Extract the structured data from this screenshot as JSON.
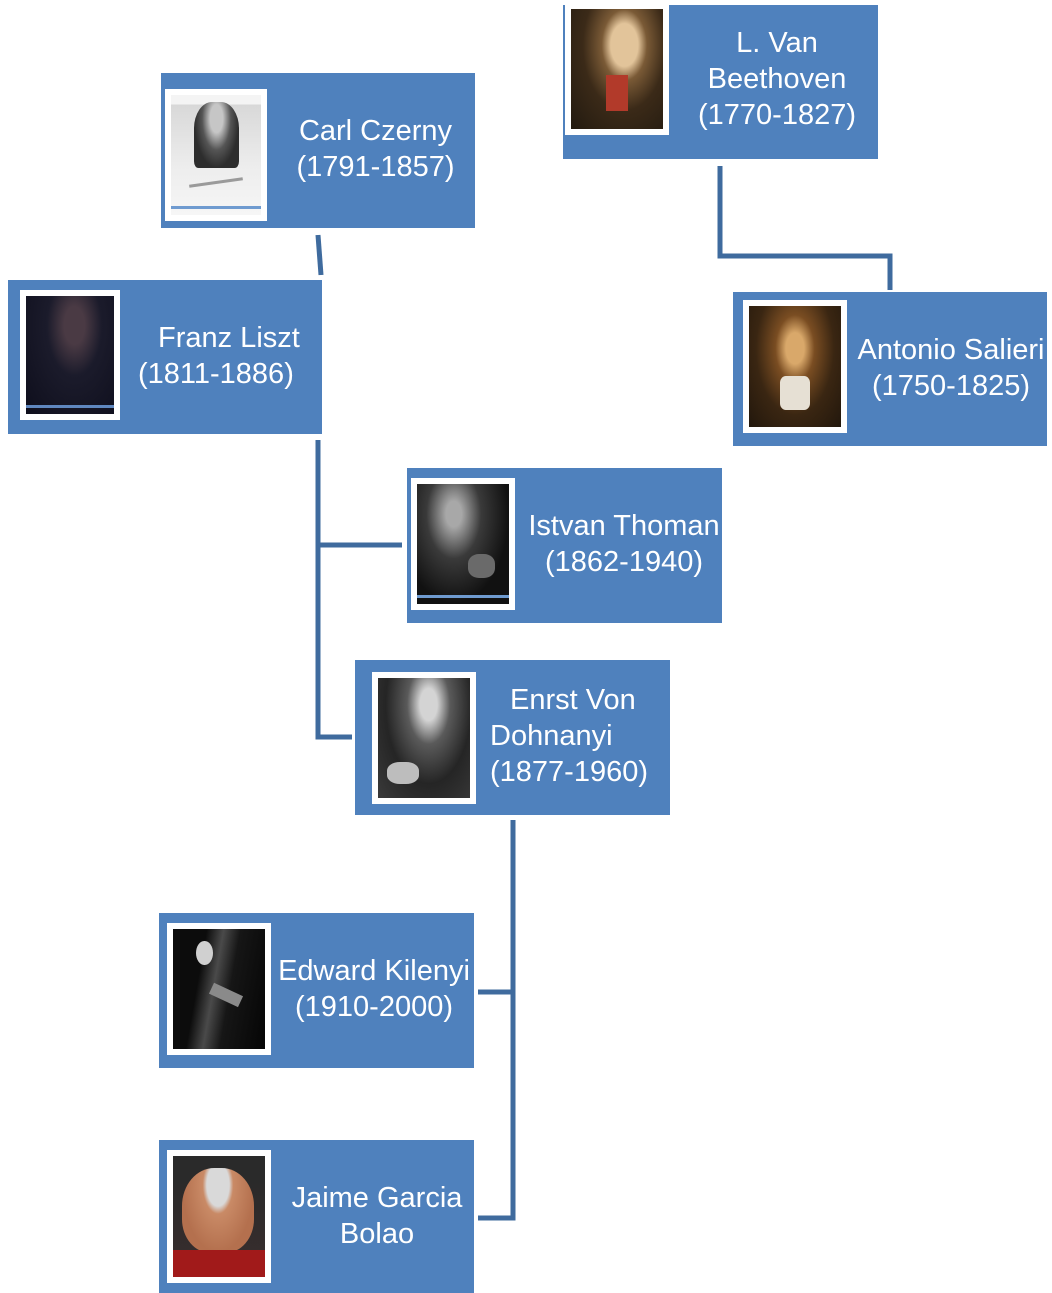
{
  "people": {
    "beethoven": {
      "lines": [
        "L. Van",
        "Beethoven",
        "(1770-1827)"
      ],
      "photo_icon": "portrait-beethoven"
    },
    "czerny": {
      "lines": [
        "Carl Czerny",
        "(1791-1857)"
      ],
      "photo_icon": "portrait-czerny"
    },
    "liszt": {
      "lines": [
        "Franz Liszt",
        "(1811-1886)"
      ],
      "photo_icon": "portrait-liszt"
    },
    "salieri": {
      "lines": [
        "Antonio Salieri",
        "(1750-1825)"
      ],
      "photo_icon": "portrait-salieri"
    },
    "thoman": {
      "lines": [
        "Istvan Thoman",
        "(1862-1940)"
      ],
      "photo_icon": "portrait-thoman"
    },
    "dohnanyi": {
      "lines": [
        "Enrst Von",
        "Dohnanyi",
        "(1877-1960)"
      ],
      "photo_icon": "portrait-dohnanyi"
    },
    "kilenyi": {
      "lines": [
        "Edward Kilenyi",
        "(1910-2000)"
      ],
      "photo_icon": "portrait-kilenyi"
    },
    "bolao": {
      "lines": [
        "Jaime Garcia",
        "Bolao"
      ],
      "photo_icon": "portrait-bolao"
    }
  },
  "colors": {
    "box": "#4f81bd",
    "connector": "#3f6b9e",
    "text": "#ffffff"
  }
}
